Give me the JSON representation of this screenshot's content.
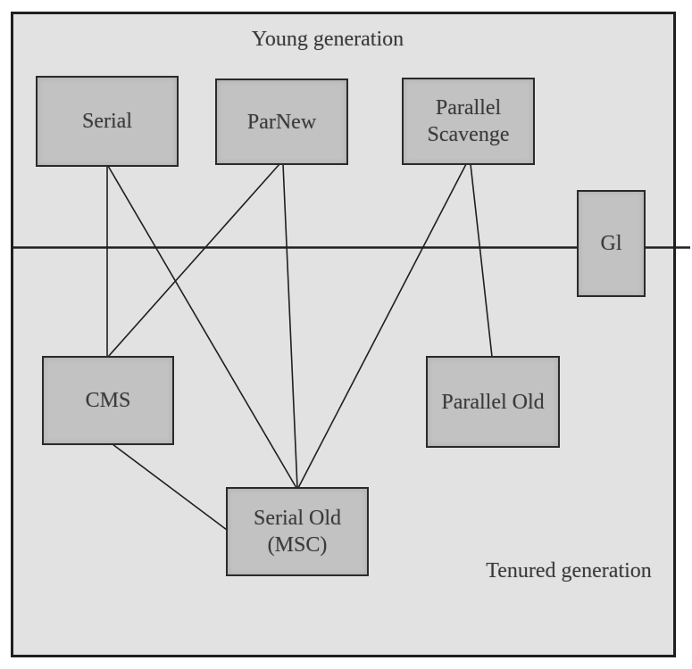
{
  "diagram": {
    "type": "graph",
    "region_labels": {
      "young": "Young generation",
      "tenured": "Tenured generation"
    },
    "colors": {
      "page_background": "#ffffff",
      "panel_background": "#e2e2e2",
      "box_fill": "#c2c2c2",
      "box_border": "#2a2a2a",
      "line": "#1f1f1f",
      "text": "#3a3a3a"
    },
    "nodes": [
      {
        "id": "serial",
        "label": "Serial",
        "generation": "young"
      },
      {
        "id": "parnew",
        "label": "ParNew",
        "generation": "young"
      },
      {
        "id": "parallel-scavenge",
        "label_line1": "Parallel",
        "label_line2": "Scavenge",
        "generation": "young"
      },
      {
        "id": "g1",
        "label": "Gl",
        "generation": "both"
      },
      {
        "id": "cms",
        "label": "CMS",
        "generation": "tenured"
      },
      {
        "id": "parallel-old",
        "label": "Parallel Old",
        "generation": "tenured"
      },
      {
        "id": "serial-old",
        "label_line1": "Serial Old",
        "label_line2": "(MSC)",
        "generation": "tenured"
      }
    ],
    "edges": [
      {
        "from": "serial",
        "to": "cms"
      },
      {
        "from": "serial",
        "to": "serial-old"
      },
      {
        "from": "parnew",
        "to": "cms"
      },
      {
        "from": "parnew",
        "to": "serial-old"
      },
      {
        "from": "parallel-scavenge",
        "to": "serial-old"
      },
      {
        "from": "parallel-scavenge",
        "to": "parallel-old"
      },
      {
        "from": "cms",
        "to": "serial-old"
      }
    ]
  }
}
